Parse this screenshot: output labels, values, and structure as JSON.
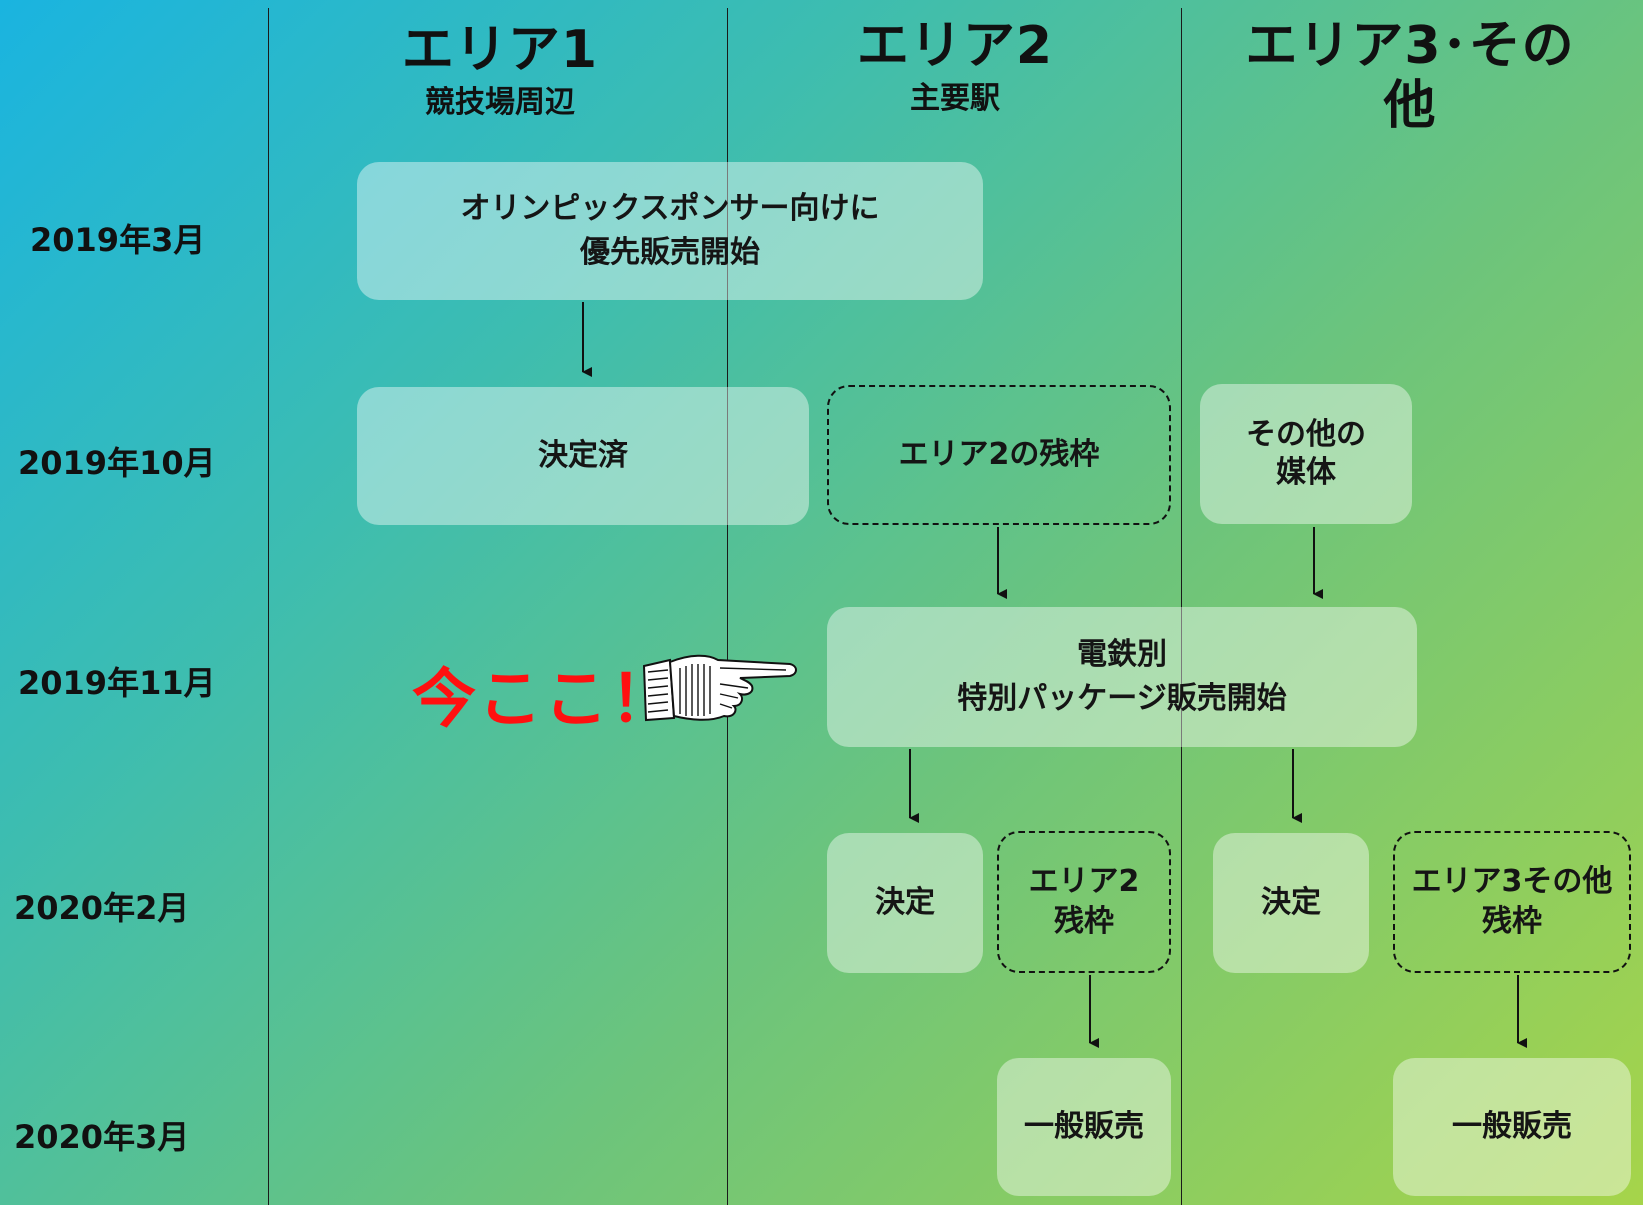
{
  "columns": [
    {
      "title": "エリア1",
      "subtitle": "競技場周辺"
    },
    {
      "title": "エリア2",
      "subtitle": "主要駅"
    },
    {
      "title": "エリア3･その他",
      "subtitle": ""
    }
  ],
  "dates": [
    "2019年3月",
    "2019年10月",
    "2019年11月",
    "2020年2月",
    "2020年3月"
  ],
  "boxes": {
    "sponsor_priority": {
      "line1": "オリンピックスポンサー向けに",
      "line2": "優先販売開始"
    },
    "area1_decided": {
      "line1": "決定済"
    },
    "area2_remaining": {
      "line1": "エリア2の残枠"
    },
    "other_media": {
      "line1": "その他の",
      "line2": "媒体"
    },
    "railway_package": {
      "line1": "電鉄別",
      "line2": "特別パッケージ販売開始"
    },
    "area2_decision": {
      "line1": "決定"
    },
    "area2_remaining_2": {
      "line1": "エリア2",
      "line2": "残枠"
    },
    "area3_decision": {
      "line1": "決定"
    },
    "area3_remaining": {
      "line1": "エリア3その他",
      "line2": "残枠"
    },
    "area2_general_sale": {
      "line1": "一般販売"
    },
    "area3_general_sale": {
      "line1": "一般販売"
    }
  },
  "current_marker": {
    "text": "今ここ！",
    "icon": "pointing-hand-icon",
    "color": "#ff1010"
  },
  "colors": {
    "gradient_start": "#1ab4e0",
    "gradient_end": "#a6d44a"
  }
}
